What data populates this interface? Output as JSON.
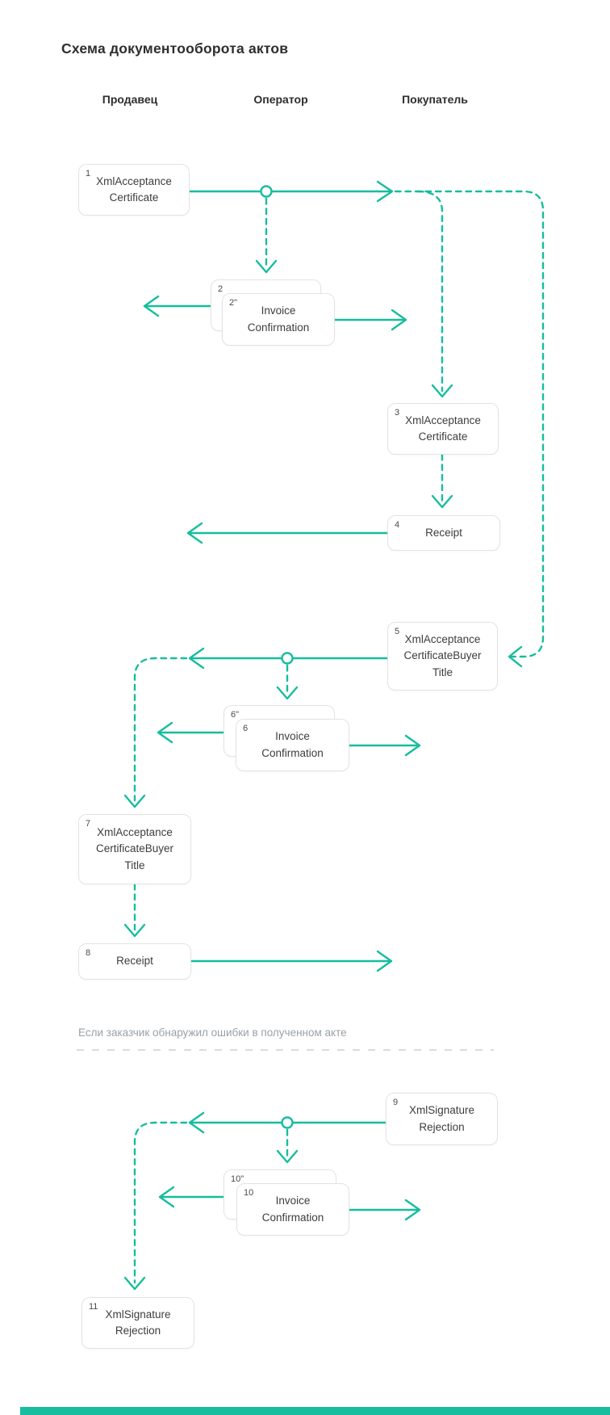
{
  "title": "Схема документооборота актов",
  "columns": [
    {
      "label": "Продавец"
    },
    {
      "label": "Оператор"
    },
    {
      "label": "Покупатель"
    }
  ],
  "divider": {
    "note": "Если заказчик обнаружил ошибки в полученном акте"
  },
  "colors": {
    "accent": "#16bd9e",
    "box_border": "#e3e3e3",
    "divider_dash": "#dcdcdc",
    "muted_text": "#9aa1a7"
  },
  "nodes": [
    {
      "num": "1",
      "label": "XmlAcceptance\nCertificate"
    },
    {
      "num": "2",
      "label": ""
    },
    {
      "num": "2\"",
      "label": "Invoice\nConfirmation"
    },
    {
      "num": "3",
      "label": "XmlAcceptance\nCertificate"
    },
    {
      "num": "4",
      "label": "Receipt"
    },
    {
      "num": "5",
      "label": "XmlAcceptance\nCertificateBuyer\nTitle"
    },
    {
      "num": "6\"",
      "label": ""
    },
    {
      "num": "6",
      "label": "Invoice\nConfirmation"
    },
    {
      "num": "7",
      "label": "XmlAcceptance\nCertificateBuyer\nTitle"
    },
    {
      "num": "8",
      "label": "Receipt"
    },
    {
      "num": "9",
      "label": "XmlSignature\nRejection"
    },
    {
      "num": "10\"",
      "label": ""
    },
    {
      "num": "10",
      "label": "Invoice\nConfirmation"
    },
    {
      "num": "11",
      "label": "XmlSignature\nRejection"
    }
  ]
}
